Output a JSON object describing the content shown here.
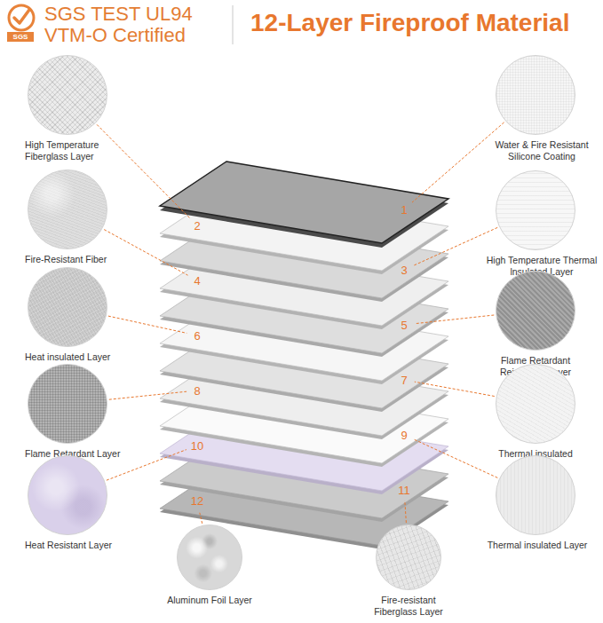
{
  "diagram": {
    "title": "12-Layer Fireproof Material",
    "nodes": [
      {
        "text": [
          "High Temperature Fiberglass Layer"
        ]
      },
      {
        "text": [
          "Water & Fire Resistant Silicone Coating"
        ]
      },
      {
        "text": [
          "Fire-Resistant Fiber"
        ]
      },
      {
        "text": [
          "High Temperature Thermal lnsulated Layer"
        ]
      },
      {
        "text": [
          "Heat insulated Layer"
        ]
      },
      {
        "text": [
          "Flame Retardant Reinforced Layer"
        ]
      },
      {
        "text": [
          "Flame Retardant Layer"
        ]
      },
      {
        "text": [
          "Thermal insulated Layer"
        ]
      },
      {
        "text": [
          "Heat Resistant Layer"
        ]
      },
      {
        "text": [
          "Thermal insulated Layer"
        ]
      },
      {
        "text": [
          "Aluminum Foil Layer"
        ]
      },
      {
        "text": [
          "Fire-resistant Fiberglass Layer"
        ]
      }
    ],
    "labels": [
      "SGS",
      "SGS TEST UL94 VTM-O Certified",
      "1",
      "2",
      "3",
      "4",
      "5",
      "6",
      "7",
      "8",
      "9",
      "10",
      "11",
      "12"
    ]
  }
}
